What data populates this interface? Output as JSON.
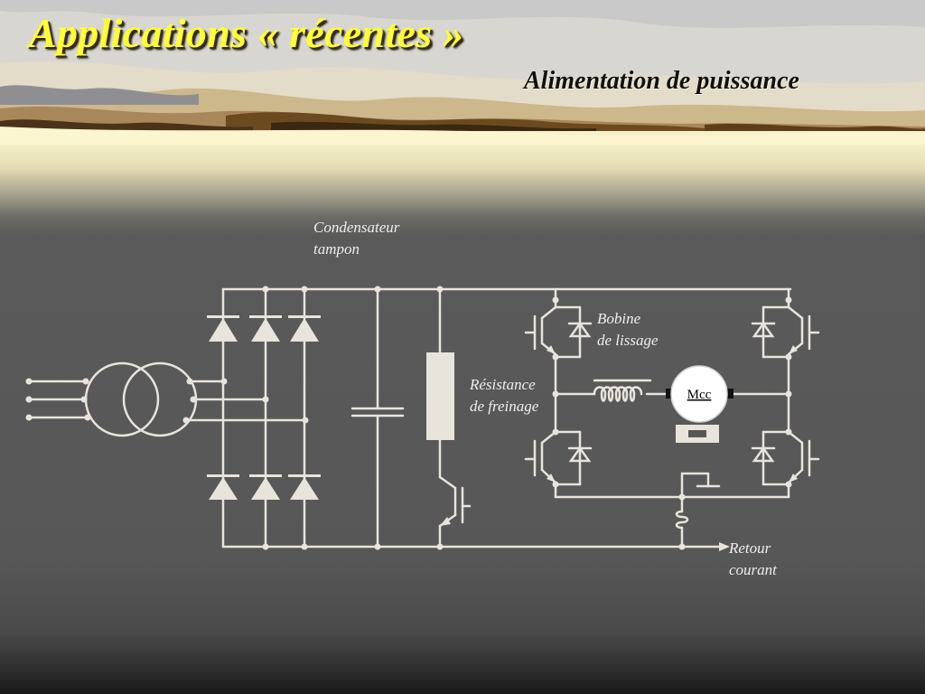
{
  "slide": {
    "title": "Applications « récentes »",
    "subtitle": "Alimentation de puissance"
  },
  "diagram": {
    "labels": {
      "condensateur_line1": "Condensateur",
      "condensateur_line2": "tampon",
      "bobine_line1": "Bobine",
      "bobine_line2": "de lissage",
      "resistance_line1": "Résistance",
      "resistance_line2": "de freinage",
      "retour_line1": "Retour",
      "retour_line2": "courant",
      "motor": "Mcc"
    }
  },
  "colors": {
    "title": "#ffff33",
    "wire": "#e8e4dc",
    "panel_bg": "#575757"
  }
}
